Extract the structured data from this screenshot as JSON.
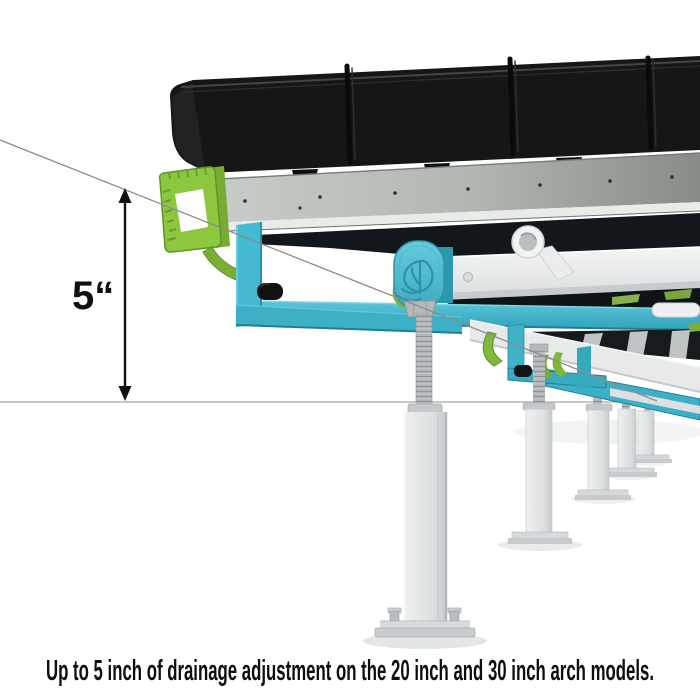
{
  "illustration": {
    "kind": "product-dimension-diagram",
    "subject": "rolling grow bench with drainage tray, arch supports and adjustable legs",
    "annotation": {
      "dimension_label": "5“",
      "meaning": "vertical drainage adjustment between slope reference line and ground reference line"
    },
    "caption": {
      "text": "Up to 5 inch of drainage adjustment on the 20 inch and 30 inch arch models."
    },
    "icons": [
      {
        "name": "leaf-logo-icon",
        "meaning": "embossed leaf brand emblem on teal hub"
      }
    ],
    "colors": {
      "background": "#ffffff",
      "tray_black": "#161616",
      "rail_gray": "#c9cdc9",
      "teal_accent": "#41b6cc",
      "teal_dark": "#1d7f95",
      "lime_green": "#8dc63f",
      "leg_white": "#e3e5e6",
      "reference_line": "#8c8c8c",
      "text": "#0e0e0e"
    }
  }
}
